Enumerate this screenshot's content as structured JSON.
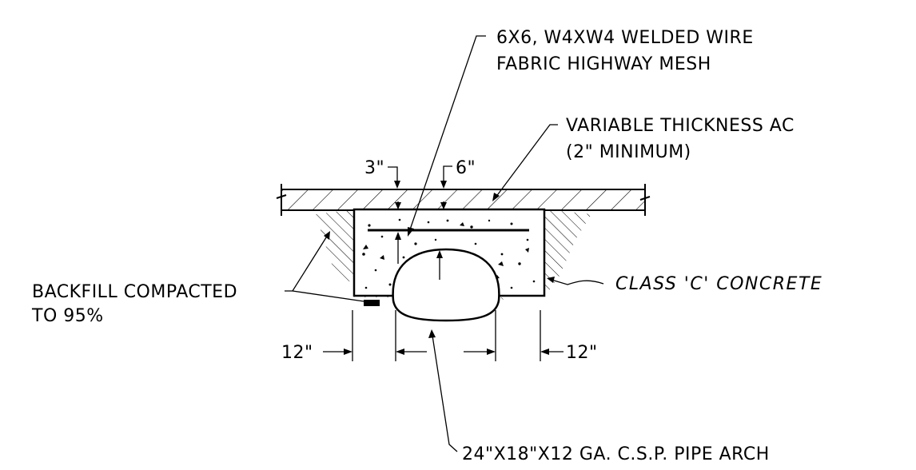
{
  "drawing": {
    "labels": {
      "mesh_line1": "6X6, W4XW4 WELDED WIRE",
      "mesh_line2": "FABRIC HIGHWAY MESH",
      "ac_line1": "VARIABLE THICKNESS AC",
      "ac_line2": "(2\" MINIMUM)",
      "dim_3in": "3\"",
      "dim_6in": "6\"",
      "backfill_line1": "BACKFILL COMPACTED",
      "backfill_line2": "TO 95%",
      "concrete": "CLASS 'C' CONCRETE",
      "dim_12in_left": "12\"",
      "dim_12in_right": "12\"",
      "pipe_arch": "24\"X18\"X12 GA. C.S.P. PIPE ARCH"
    }
  }
}
